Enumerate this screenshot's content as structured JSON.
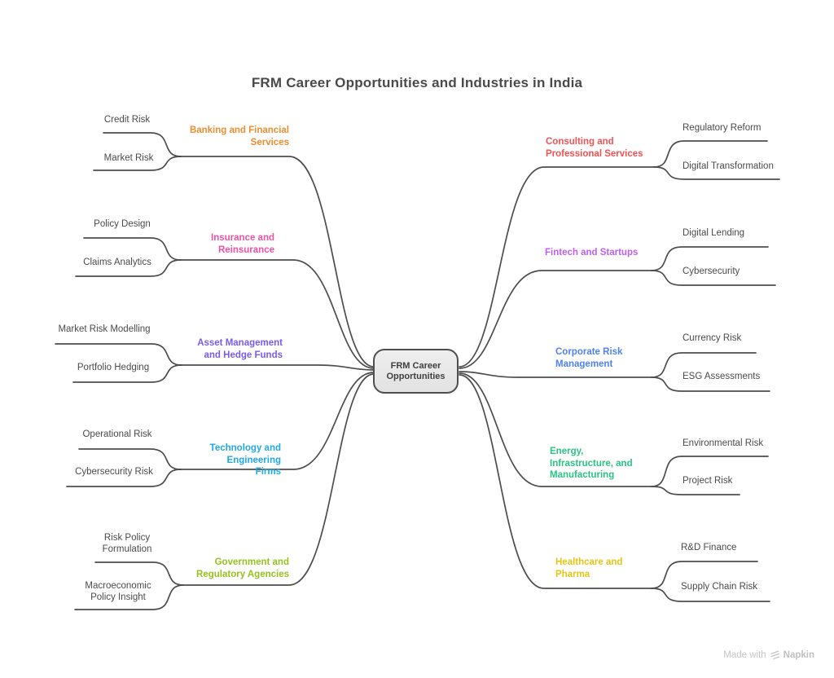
{
  "title": "FRM Career Opportunities and Industries in India",
  "center": {
    "label": "FRM Career Opportunities"
  },
  "colors": {
    "line": "#4d4d4d",
    "leaf_text": "#4a4a4a",
    "node_fill": "#e8e8e8",
    "node_border": "#4f4f4f"
  },
  "branches": {
    "left": [
      {
        "label": "Banking and Financial Services",
        "color": "#ec8d30",
        "children": [
          "Credit Risk",
          "Market Risk"
        ]
      },
      {
        "label": "Insurance and Reinsurance",
        "color": "#ef52a3",
        "children": [
          "Policy Design",
          "Claims Analytics"
        ]
      },
      {
        "label": "Asset Management and Hedge Funds",
        "color": "#7b5af0",
        "children": [
          "Market Risk Modelling",
          "Portfolio Hedging"
        ]
      },
      {
        "label": "Technology and Engineering Firms",
        "color": "#22a8e6",
        "children": [
          "Operational Risk",
          "Cybersecurity Risk"
        ]
      },
      {
        "label": "Government and Regulatory Agencies",
        "color": "#95c11f",
        "children": [
          "Risk Policy Formulation",
          "Macroeconomic Policy Insight"
        ]
      }
    ],
    "right": [
      {
        "label": "Consulting and Professional Services",
        "color": "#f25252",
        "children": [
          "Regulatory Reform",
          "Digital Transformation"
        ]
      },
      {
        "label": "Fintech and Startups",
        "color": "#c15ef2",
        "children": [
          "Digital Lending",
          "Cybersecurity"
        ]
      },
      {
        "label": "Corporate Risk Management",
        "color": "#4e82f2",
        "children": [
          "Currency Risk",
          "ESG Assessments"
        ]
      },
      {
        "label": "Energy, Infrastructure, and Manufacturing",
        "color": "#2bc482",
        "children": [
          "Environmental Risk",
          "Project Risk"
        ]
      },
      {
        "label": "Healthcare and Pharma",
        "color": "#e6c414",
        "children": [
          "R&D Finance",
          "Supply Chain Risk"
        ]
      }
    ]
  },
  "watermark": {
    "prefix": "Made with",
    "brand": "Napkin"
  }
}
